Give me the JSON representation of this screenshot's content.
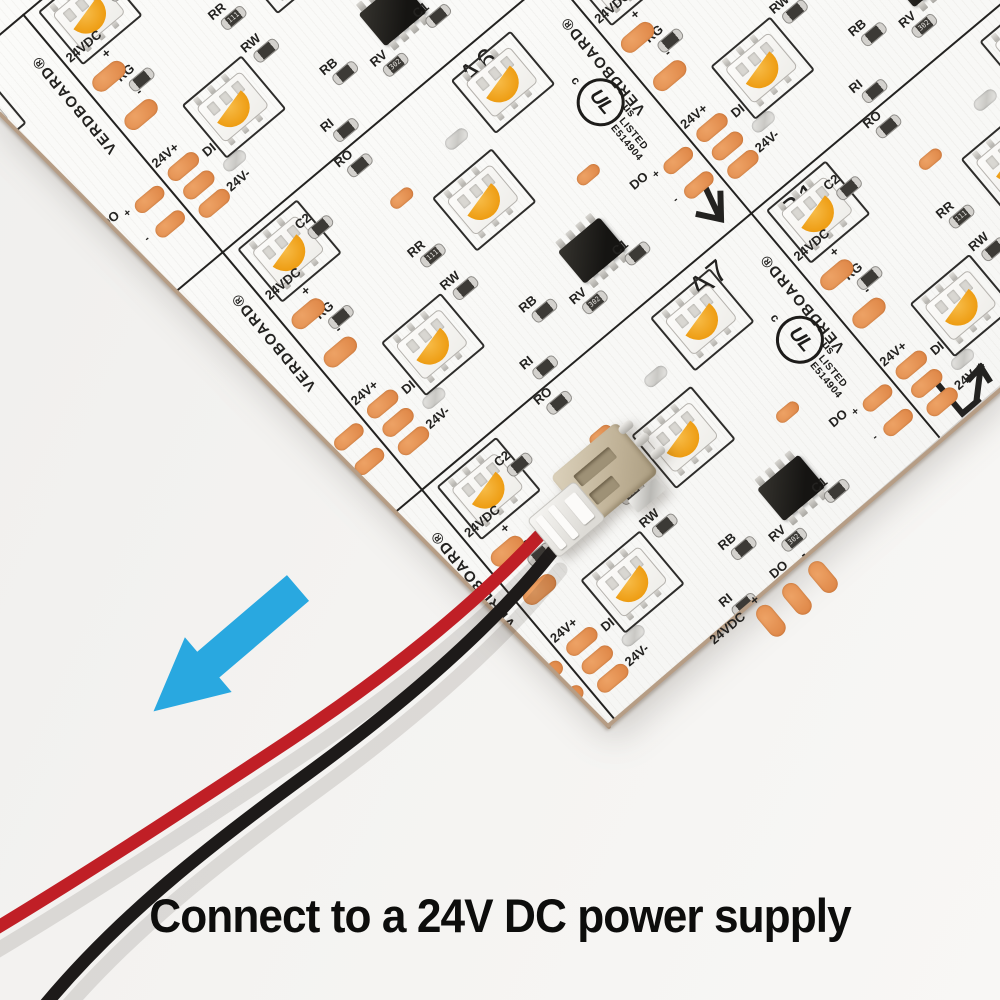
{
  "caption": "Connect to a 24V DC power supply",
  "brand": "VERDBOARD®",
  "ul": {
    "c": "c",
    "logo": "UL",
    "us": "us",
    "line1": "LISTED",
    "line2": "E514904"
  },
  "silk": {
    "power": "24VDC",
    "plus": "+",
    "minus": "-",
    "vplus": "24V+",
    "vminus": "24V-",
    "di": "DI",
    "dout": "DO"
  },
  "refdes": {
    "ro": "RO",
    "c2": "C2",
    "rg": "RG",
    "rr": "RR",
    "rw": "RW",
    "rb": "RB",
    "rv": "RV",
    "ri": "RI",
    "c1": "C1"
  },
  "res_codes": [
    "302",
    "111"
  ],
  "colors": {
    "blue_arrow": "#29a8e0",
    "wire_red": "#c01f26",
    "wire_black": "#1d1a19",
    "pad_orange": "#e08c50",
    "phosphor": "#ee9d13",
    "board_white": "#fafaf8",
    "silkscreen": "#232220",
    "pcb_edge": "#b69d85"
  },
  "tiles": [
    {
      "col": -1,
      "row": 0
    },
    {
      "col": -1,
      "row": 1
    },
    {
      "col": -1,
      "row": 2
    },
    {
      "col": 0,
      "row": 0
    },
    {
      "col": 0,
      "row": 1,
      "label": "A6",
      "ul": true,
      "arrow_down": true
    },
    {
      "col": 0,
      "row": 2,
      "label": "A7",
      "ul": true
    },
    {
      "col": 1,
      "row": 0
    },
    {
      "col": 1,
      "row": 1
    },
    {
      "col": 1,
      "row": 2,
      "label": "B1",
      "arrow_l": true
    }
  ]
}
